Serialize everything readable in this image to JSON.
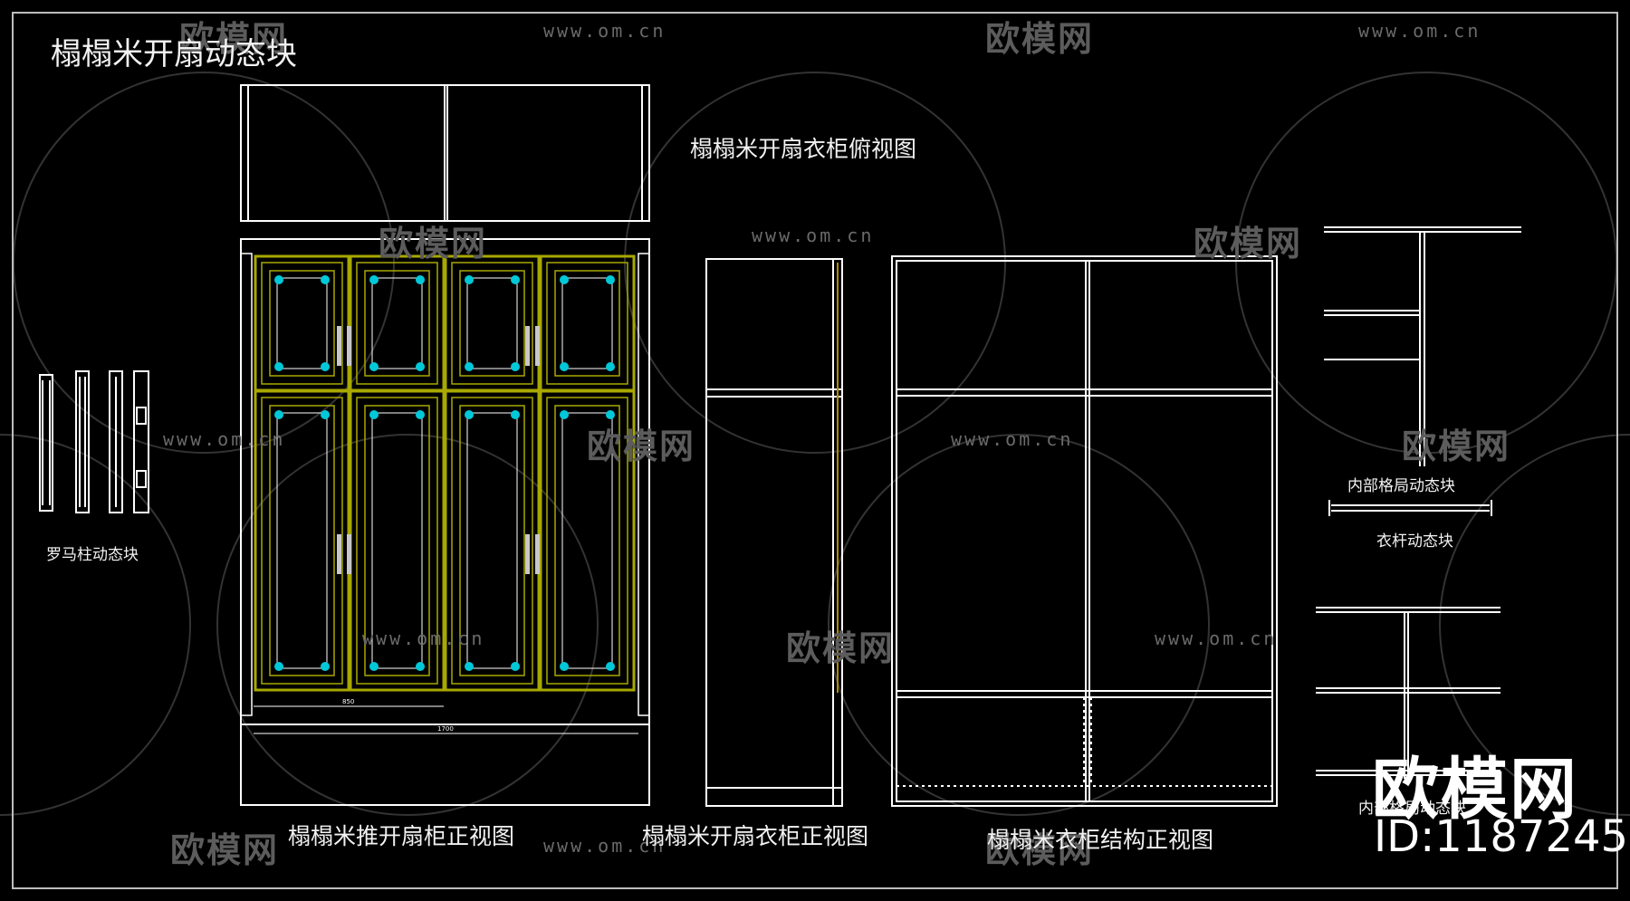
{
  "title": "榻榻米开扇动态块",
  "labels": {
    "top_view": "榻榻米开扇衣柜俯视图",
    "roman_column": "罗马柱动态块",
    "push_door_front": "榻榻米推开扇柜正视图",
    "swing_front": "榻榻米开扇衣柜正视图",
    "structure_front": "榻榻米衣柜结构正视图",
    "internal_layout_1": "内部格局动态块",
    "hanger_rod": "衣杆动态块",
    "internal_layout_2": "内部格局动态块"
  },
  "dimensions": {
    "door_width": "850",
    "total_width": "1700"
  },
  "watermark": {
    "url": "www.om.cn",
    "brand": "欧模网"
  },
  "logo": {
    "text": "欧模网",
    "id": "ID:1187245"
  },
  "colors": {
    "background": "#000000",
    "line": "#ffffff",
    "door_frame": "#a8a800",
    "corner_ornament": "#00c8d8",
    "handle": "#c8c8c8",
    "watermark": "#5c5c5c"
  }
}
